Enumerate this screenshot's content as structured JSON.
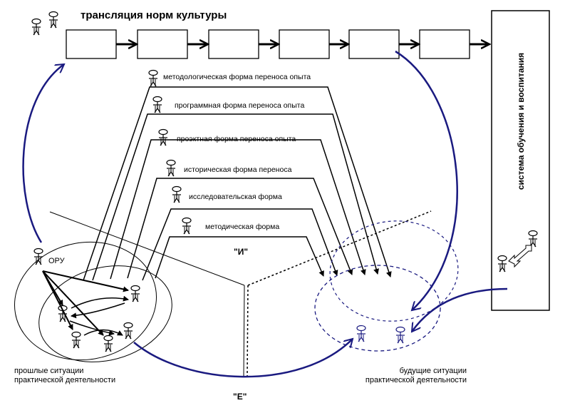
{
  "title": "трансляция норм культуры",
  "side_label": "система обучения и воспитания",
  "forms": [
    {
      "label": "методологическая форма переноса опыта"
    },
    {
      "label": "программная форма переноса опыта"
    },
    {
      "label": "проэктная форма переноса опыта"
    },
    {
      "label": "историческая форма переноса"
    },
    {
      "label": "исследовательская форма"
    },
    {
      "label": "методическая форма"
    }
  ],
  "oru_label": "ОРУ",
  "mark_i": "\"И\"",
  "mark_e": "\"Е\"",
  "past_caption": [
    "прошлые ситуации",
    "практической деятельности"
  ],
  "future_caption": [
    "будущие ситуации",
    "практической деятельности"
  ],
  "colors": {
    "line": "#000000",
    "accent_blue": "#1a1a80"
  }
}
